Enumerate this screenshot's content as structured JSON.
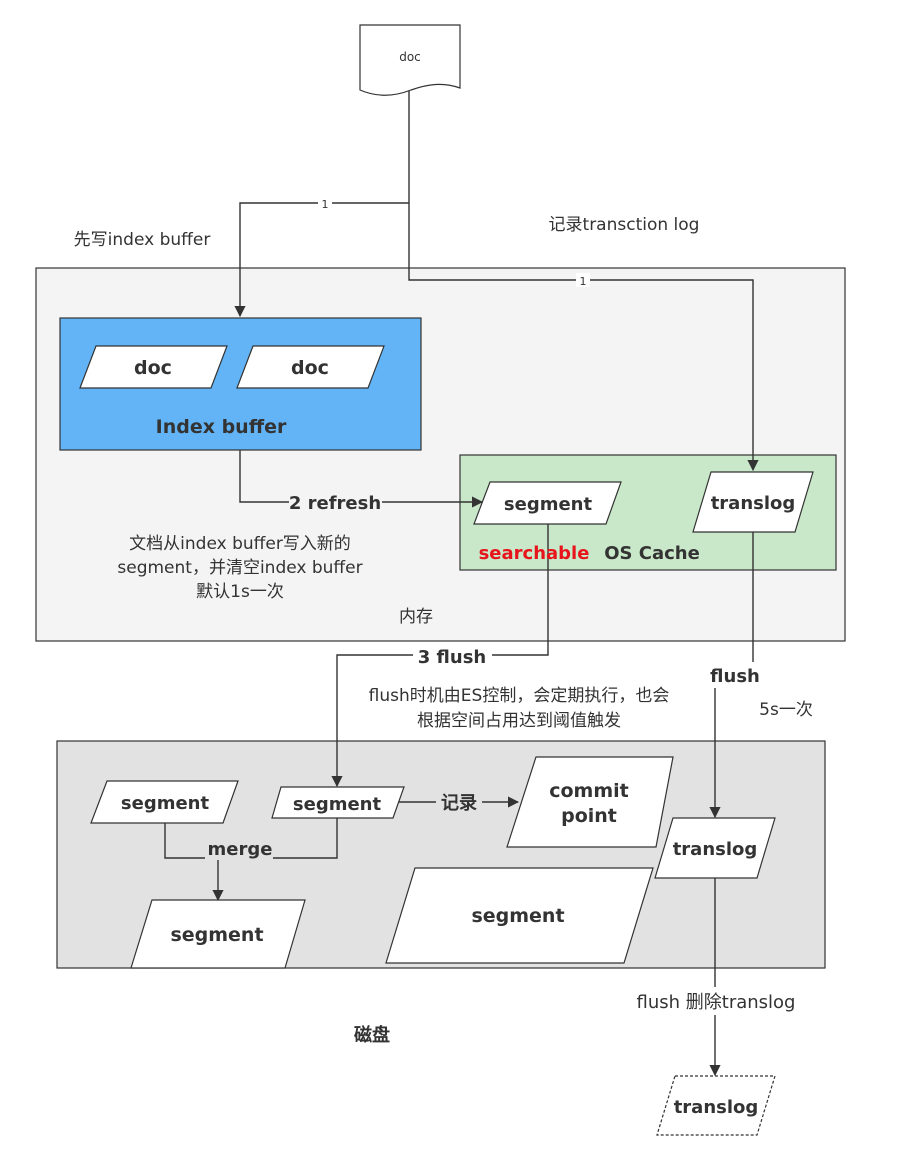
{
  "colors": {
    "memory_fill": "#f4f4f4",
    "disk_fill": "#e2e2e2",
    "index_buffer_fill": "#62b4f6",
    "os_cache_fill": "#c9e7c9",
    "searchable": "#e8141b",
    "stroke": "#333333"
  },
  "nodes": {
    "doc_top": "doc",
    "buffer_doc_1": "doc",
    "buffer_doc_2": "doc",
    "index_buffer_label": "Index buffer",
    "cache_segment": "segment",
    "cache_translog": "translog",
    "searchable_label": "searchable",
    "os_cache_label": "OS Cache",
    "memory_label": "内存",
    "disk_segment_1": "segment",
    "disk_segment_2": "segment",
    "commit_point_line1": "commit",
    "commit_point_line2": "point",
    "disk_translog": "translog",
    "disk_segment_merged": "segment",
    "disk_segment_large": "segment",
    "disk_label": "磁盘",
    "deleted_translog": "translog"
  },
  "edges": {
    "step1_left": "1",
    "step1_right": "1",
    "write_buffer_note": "先写index buffer",
    "record_log_note": "记录transction log",
    "refresh": "2 refresh",
    "refresh_note_line1": "文档从index buffer写入新的",
    "refresh_note_line2": "segment，并清空index buffer",
    "refresh_note_line3": "默认1s一次",
    "flush_step": "3 flush",
    "flush_note_line1": "flush时机由ES控制，会定期执行，也会",
    "flush_note_line2": "根据空间占用达到阈值触发",
    "translog_flush": "flush",
    "translog_interval": "5s一次",
    "merge": "merge",
    "record": "记录",
    "delete_translog": "flush 删除translog"
  }
}
